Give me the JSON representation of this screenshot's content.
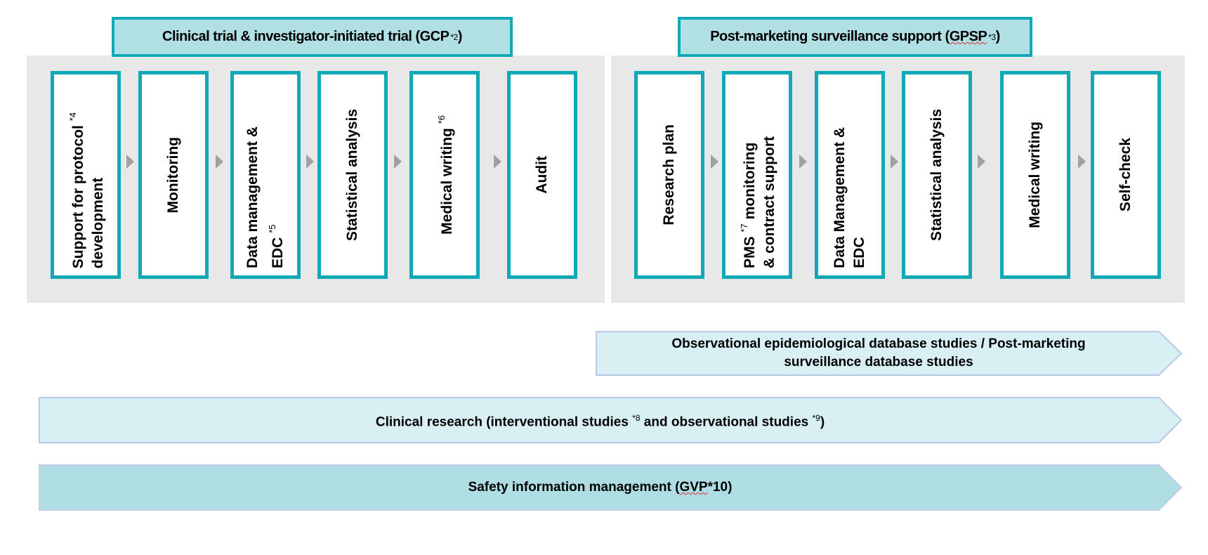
{
  "clinical_trial": {
    "header": {
      "text": "Clinical trial & investigator-initiated trial (GCP",
      "sup": "*2",
      "close": ")"
    },
    "steps": [
      {
        "line1": "Support for protocol ",
        "sup": "*4",
        "line2": "development"
      },
      {
        "line1": "Monitoring"
      },
      {
        "line1": "Data management &",
        "line2": "EDC ",
        "sup2": "*5"
      },
      {
        "line1": "Statistical analysis"
      },
      {
        "line1": "Medical writing ",
        "sup": "*6"
      },
      {
        "line1": "Audit"
      }
    ]
  },
  "post_marketing": {
    "header": {
      "text": "Post-marketing surveillance support (",
      "abbr": "GPSP",
      "sup": "*3",
      "close": ")"
    },
    "steps": [
      {
        "line1": "Research plan"
      },
      {
        "line1": "PMS ",
        "sup": "*7",
        "line1b": " monitoring",
        "line2": "& contract support"
      },
      {
        "line1": "Data Management &",
        "line2": "EDC"
      },
      {
        "line1": "Statistical analysis"
      },
      {
        "line1": "Medical writing"
      },
      {
        "line1": "Self-check"
      }
    ]
  },
  "bars": {
    "observational": {
      "line1": "Observational epidemiological database studies / Post-marketing",
      "line2": "surveillance database studies"
    },
    "clinical_research": {
      "a": "Clinical research (interventional studies ",
      "sup1": "*8",
      "b": " and observational studies ",
      "sup2": "*9",
      "c": ")"
    },
    "safety": {
      "a": "Safety information management (",
      "abbr": "GVP",
      "b": "*10)"
    }
  },
  "colors": {
    "teal_border": "#12a9b6",
    "header_fill": "#b0dfe4",
    "panel": "#e8e8e8",
    "light_bar": "#d8eff3",
    "safety_bar": "#aedde3",
    "arrow": "#a0a0a0"
  }
}
